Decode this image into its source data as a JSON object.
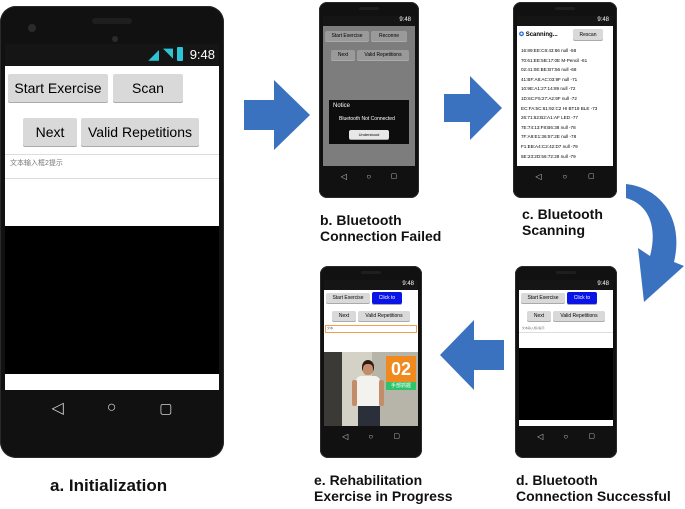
{
  "status": {
    "time": "9:48"
  },
  "phone_a": {
    "buttons": {
      "start": "Start Exercise",
      "scan": "Scan",
      "next": "Next",
      "valid": "Valid Repetitions"
    },
    "hint": "文本输入框2提示"
  },
  "phone_b": {
    "buttons": {
      "start": "Start Exercise",
      "reconnect": "Reconne",
      "next": "Next",
      "valid": "Valid Repetitions"
    },
    "dialog": {
      "title": "Notice",
      "message": "Bluetooth Not Connected",
      "ok": "Understood"
    }
  },
  "phone_c": {
    "status_label": "Scanning...",
    "rescan": "Rescan",
    "devices": [
      "16:89:EE:C8:43:66 null -58",
      "70:61:EE:5B:17:0E M-Pencil -61",
      "02:41:0E:BE:B7:56 null -68",
      "41:BF:A8:AC:03:9F null -71",
      "10:9E:A1:27:14:89 null -72",
      "1D:6C:F5:27:A2:9F null -72",
      "EC:FA:5C:61:92:C2 HI BT18 BLE -73",
      "26:71:62:B2:A1:AF LED -77",
      "7E:74:13:F8:B6:38 null -78",
      "7F:A9:E1:36:57:2E null -78",
      "F1:EB:A4:C2:42:D7 null -79",
      "5E:23:2D:56:72:28 null -79"
    ]
  },
  "phone_d": {
    "buttons": {
      "start": "Start Exercise",
      "click": "Click to",
      "next": "Next",
      "valid": "Valid Repetitions"
    },
    "small_text": "文本输入框2提示"
  },
  "phone_e": {
    "buttons": {
      "start": "Start Exercise",
      "click": "Click to",
      "next": "Next",
      "valid": "Valid Repetitions"
    },
    "small_text": "文本",
    "counter": "02",
    "counter_caption": "手部抓握"
  },
  "captions": {
    "a": "a. Initialization",
    "b1": "b. Bluetooth",
    "b2": "Connection Failed",
    "c1": "c. Bluetooth",
    "c2": "Scanning",
    "d1": "d. Bluetooth",
    "d2": "Connection Successful",
    "e1": "e. Rehabilitation",
    "e2": "Exercise in Progress"
  },
  "colors": {
    "arrow": "#3a72c0",
    "accent_blue": "#0a14e6",
    "counter_orange": "#f08a1e",
    "counter_green": "#2ec46a"
  },
  "icons": {
    "wifi": "wifi-icon",
    "signal": "signal-icon",
    "battery": "battery-icon",
    "back": "back-icon",
    "home": "home-icon",
    "recents": "recents-icon"
  }
}
